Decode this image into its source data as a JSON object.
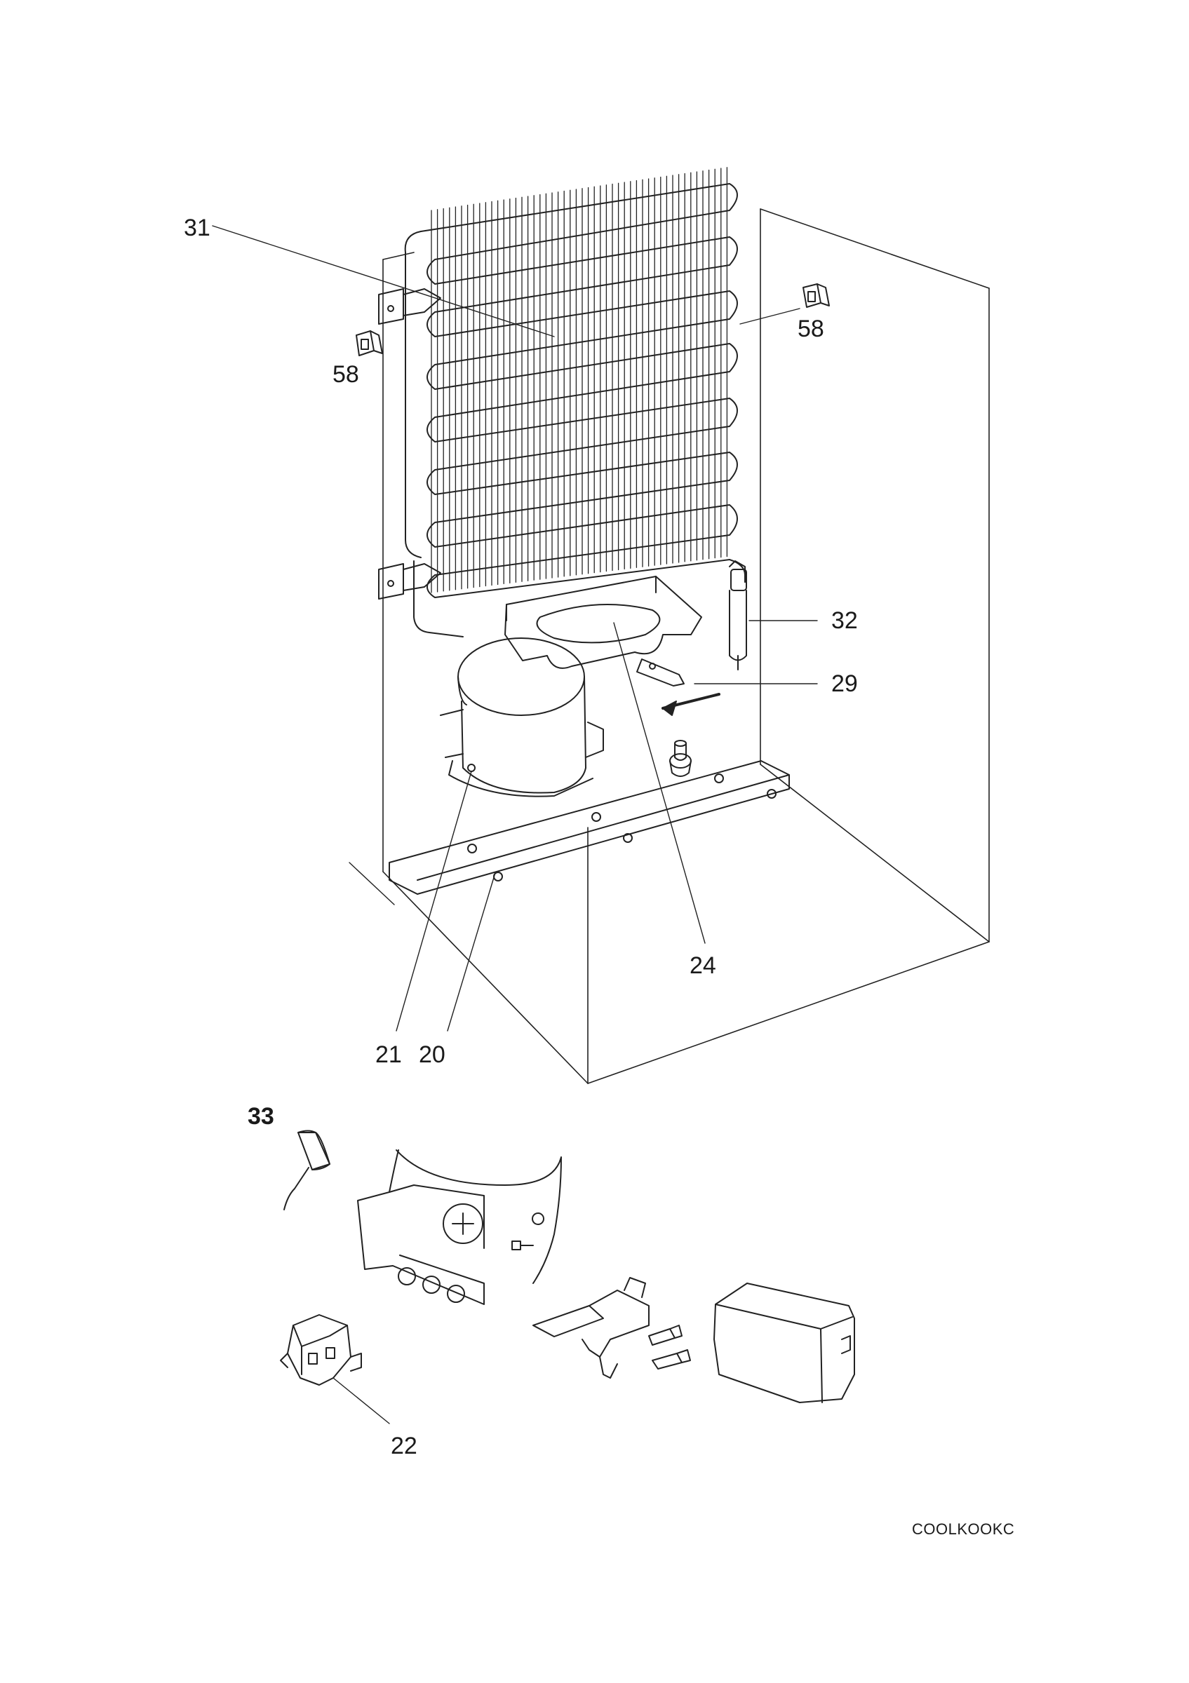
{
  "callouts": {
    "c31": "31",
    "c58_left": "58",
    "c58_right": "58",
    "c32": "32",
    "c29": "29",
    "c24": "24",
    "c21": "21",
    "c20": "20",
    "c33": "33",
    "c22": "22"
  },
  "diagram_code": "COOLKOOKC"
}
